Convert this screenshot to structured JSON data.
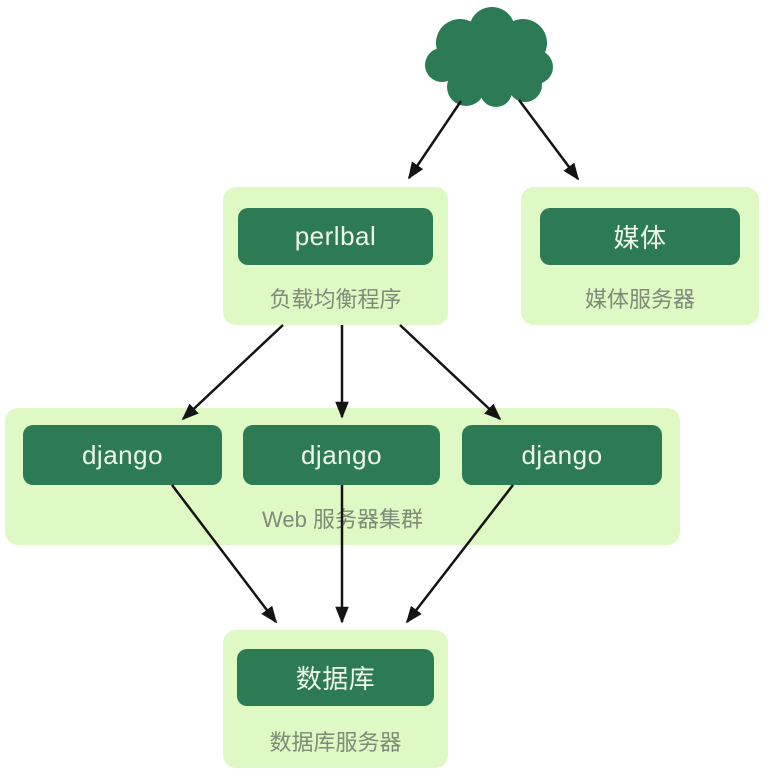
{
  "colors": {
    "node_dark": "#2d7b55",
    "container_light": "#def9c4",
    "node_text": "#eef7e8",
    "label_text": "#7d8b77",
    "arrow": "#141414",
    "background": "#ffffff"
  },
  "cloud": {
    "icon": "cloud-icon"
  },
  "load_balancer": {
    "node": "perlbal",
    "label": "负载均衡程序"
  },
  "media_server": {
    "node": "媒体",
    "label": "媒体服务器"
  },
  "web_cluster": {
    "label": "Web 服务器集群",
    "nodes": [
      "django",
      "django",
      "django"
    ]
  },
  "db_server": {
    "node": "数据库",
    "label": "数据库服务器"
  },
  "edges": [
    {
      "from": "cloud",
      "to": "load-balancer"
    },
    {
      "from": "cloud",
      "to": "media-server"
    },
    {
      "from": "load-balancer",
      "to": "django-1"
    },
    {
      "from": "load-balancer",
      "to": "django-2"
    },
    {
      "from": "load-balancer",
      "to": "django-3"
    },
    {
      "from": "django-1",
      "to": "database"
    },
    {
      "from": "django-2",
      "to": "database"
    },
    {
      "from": "django-3",
      "to": "database"
    }
  ]
}
